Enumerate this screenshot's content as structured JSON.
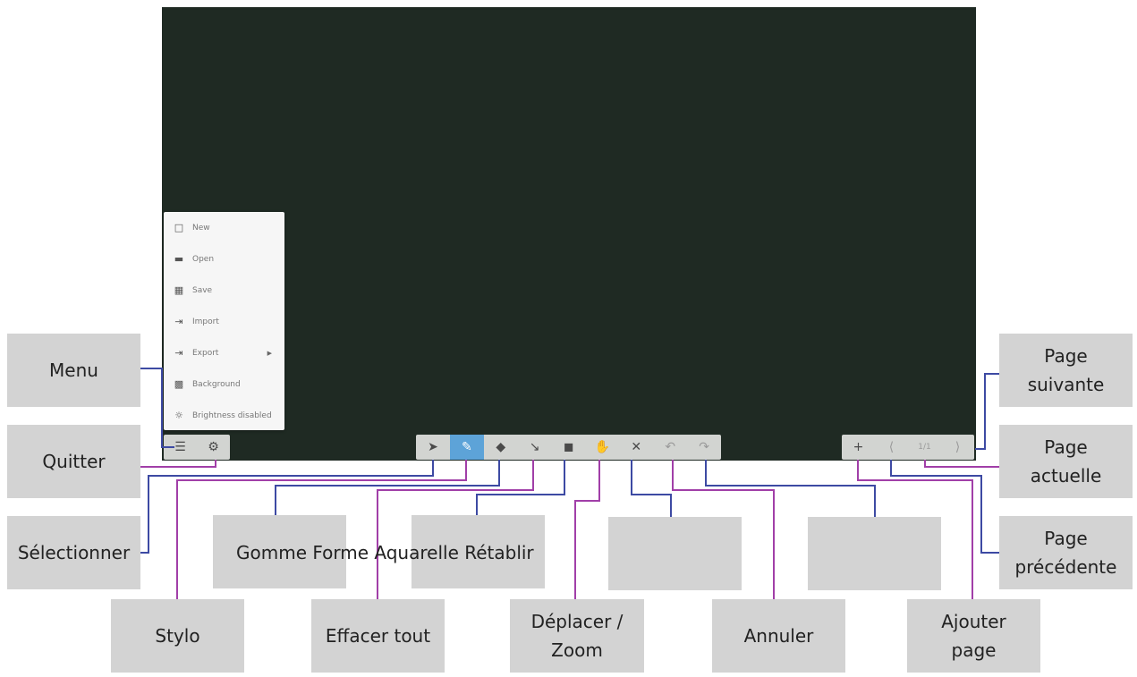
{
  "menu_popup": {
    "items": [
      {
        "icon": "new-file-icon",
        "label": "New"
      },
      {
        "icon": "folder-icon",
        "label": "Open"
      },
      {
        "icon": "save-icon",
        "label": "Save"
      },
      {
        "icon": "import-icon",
        "label": "Import"
      },
      {
        "icon": "export-icon",
        "label": "Export"
      },
      {
        "icon": "background-icon",
        "label": "Background"
      },
      {
        "icon": "brightness-icon",
        "label": "Brightness disabled"
      }
    ]
  },
  "toolbar": {
    "page_indicator": "1/1"
  },
  "labels": {
    "menu": "Menu",
    "quitter": "Quitter",
    "selectionner": "Sélectionner",
    "stylo": "Stylo",
    "middle_row": "Gomme Forme Aquarelle Rétablir",
    "effacer_tout": "Effacer tout",
    "deplacer_zoom": "Déplacer / Zoom",
    "annuler": "Annuler",
    "page_suivante": "Page suivante",
    "page_actuelle": "Page actuelle",
    "page_precedente": "Page précédente",
    "ajouter_page": "Ajouter page"
  },
  "colors": {
    "board": "#1f2a23",
    "toolbar": "#d2d4d1",
    "active_tool": "#5da3d8",
    "connector_blue": "#3d4aa3",
    "connector_purple": "#a13fa8",
    "label_box": "#d3d3d3"
  }
}
